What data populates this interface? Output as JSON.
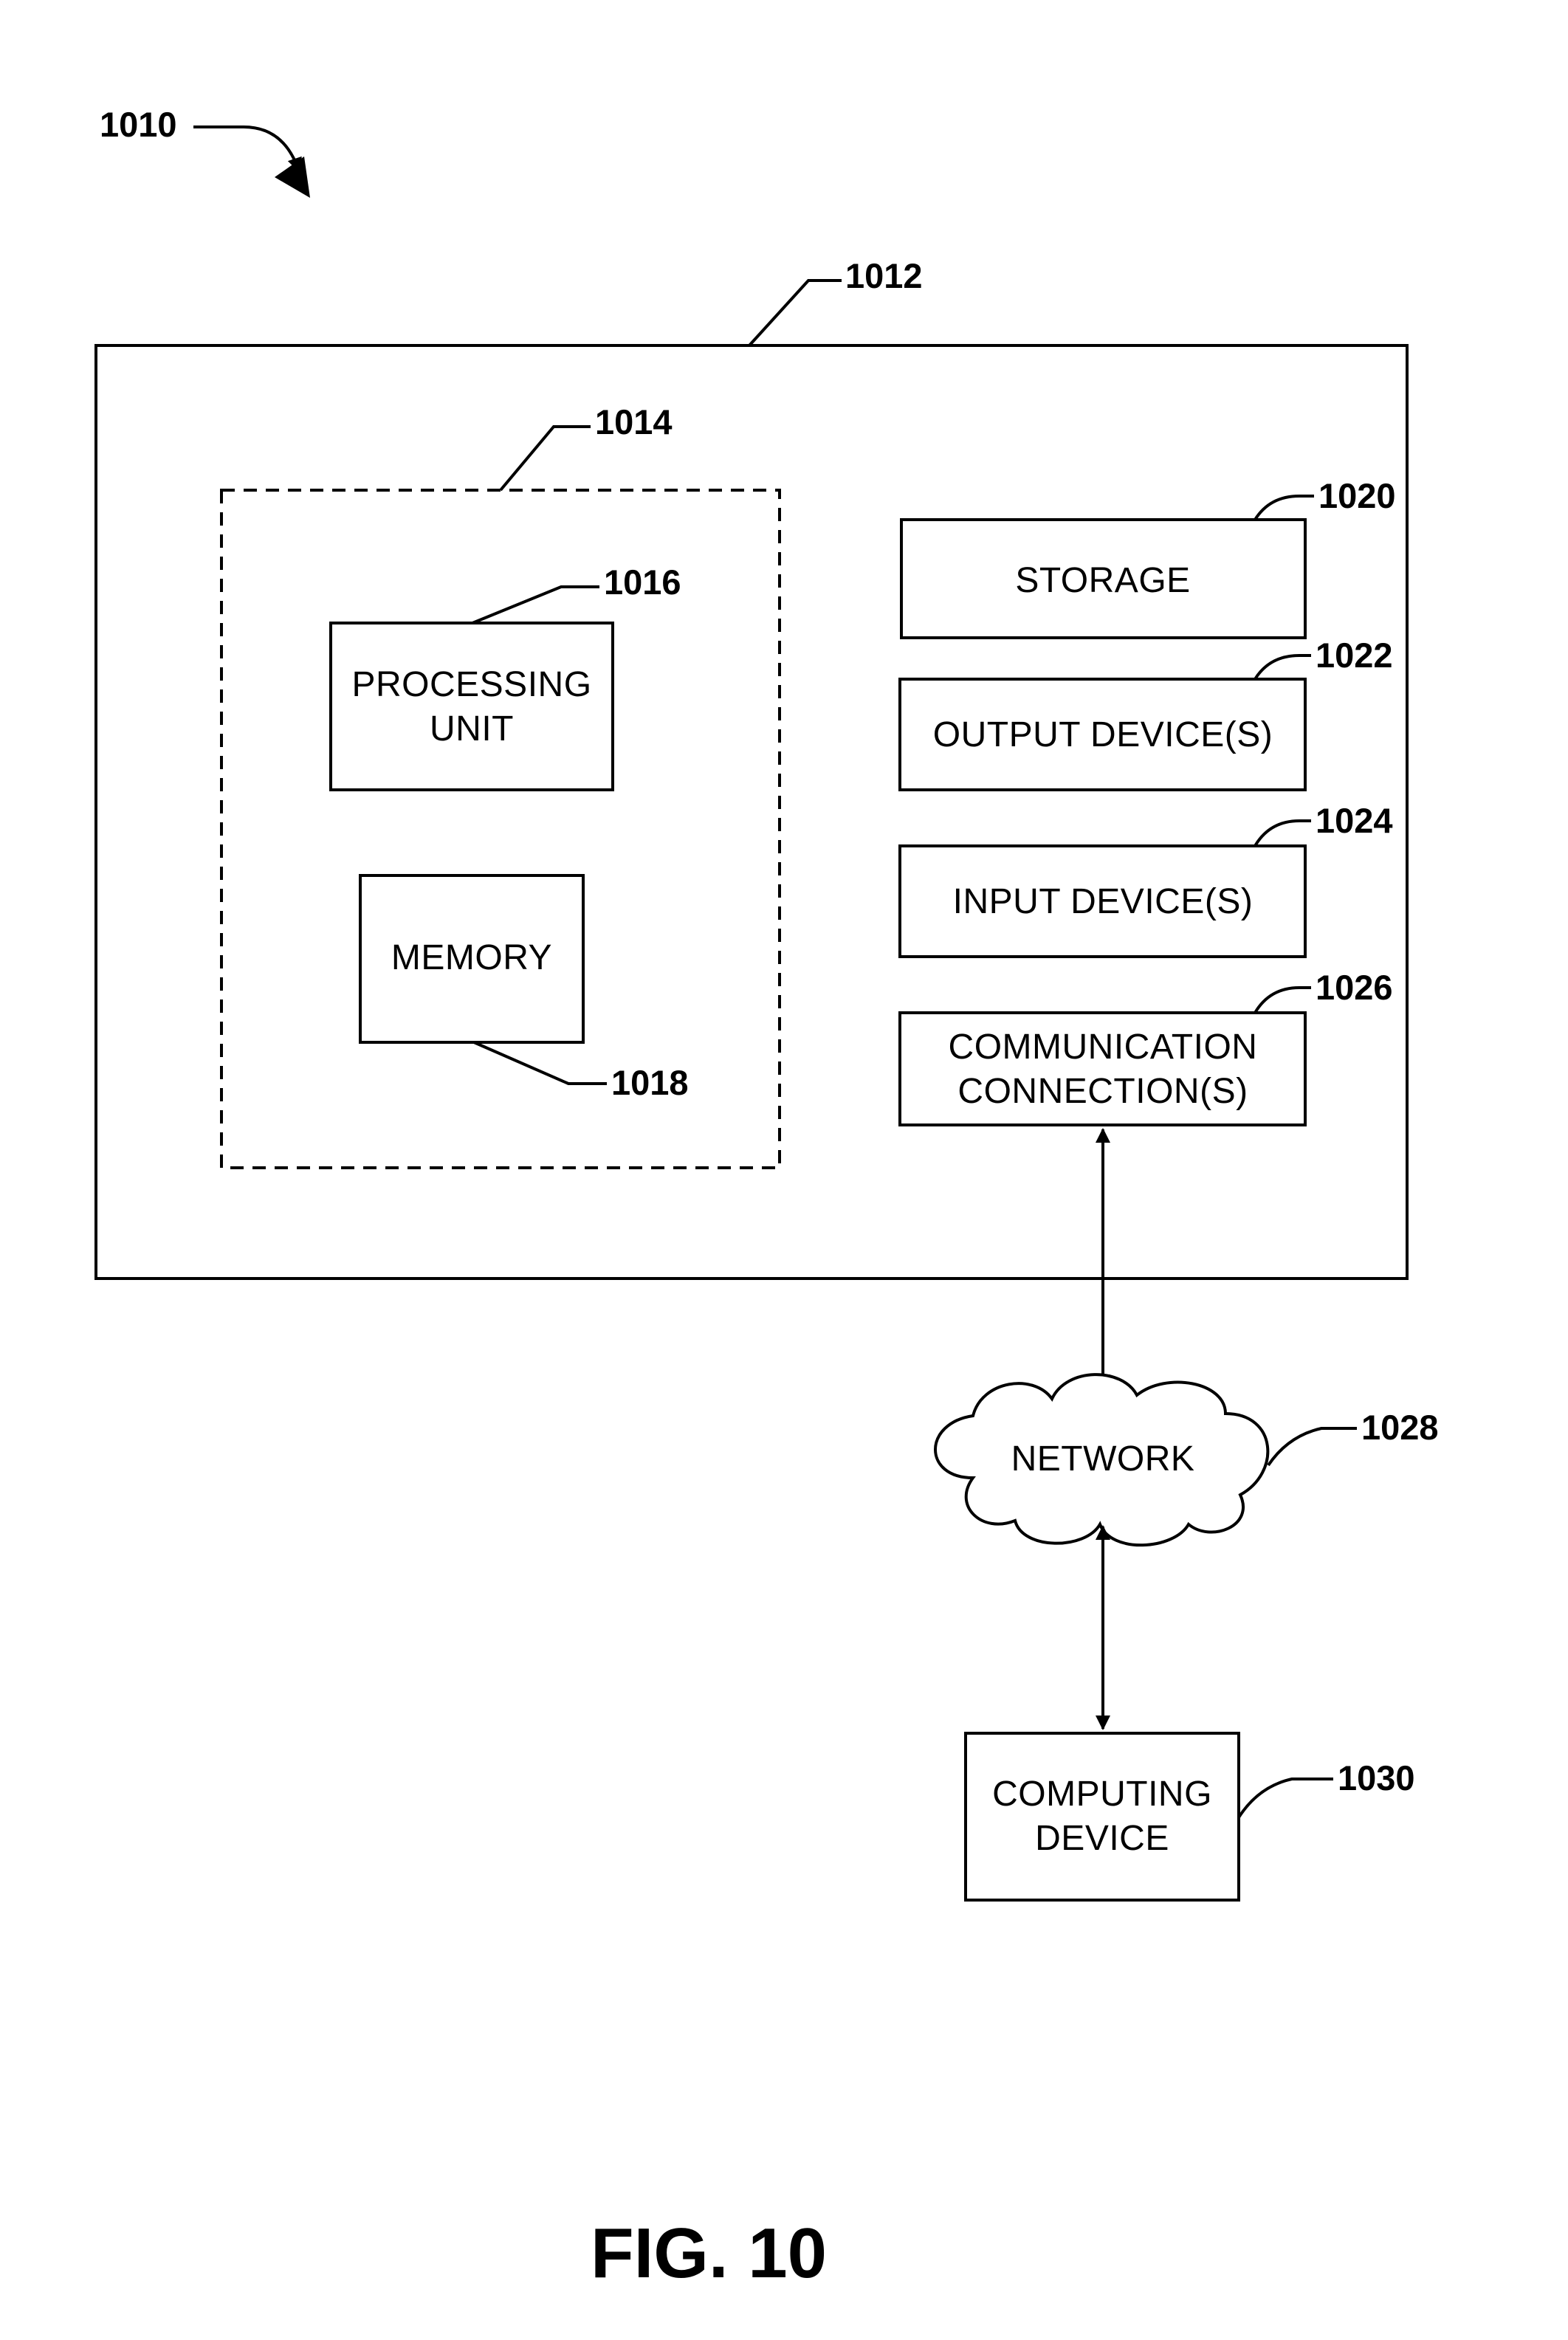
{
  "figure": {
    "ref": "1010",
    "caption": "FIG. 10"
  },
  "computing_device_main": {
    "ref": "1012",
    "config": {
      "ref": "1014",
      "processing_unit": {
        "ref": "1016",
        "label_line1": "PROCESSING",
        "label_line2": "UNIT"
      },
      "memory": {
        "ref": "1018",
        "label": "MEMORY"
      }
    },
    "storage": {
      "ref": "1020",
      "label": "STORAGE"
    },
    "output_devices": {
      "ref": "1022",
      "label": "OUTPUT DEVICE(S)"
    },
    "input_devices": {
      "ref": "1024",
      "label": "INPUT DEVICE(S)"
    },
    "communication_connections": {
      "ref": "1026",
      "label_line1": "COMMUNICATION",
      "label_line2": "CONNECTION(S)"
    }
  },
  "network": {
    "ref": "1028",
    "label": "NETWORK"
  },
  "remote_device": {
    "ref": "1030",
    "label_line1": "COMPUTING",
    "label_line2": "DEVICE"
  }
}
